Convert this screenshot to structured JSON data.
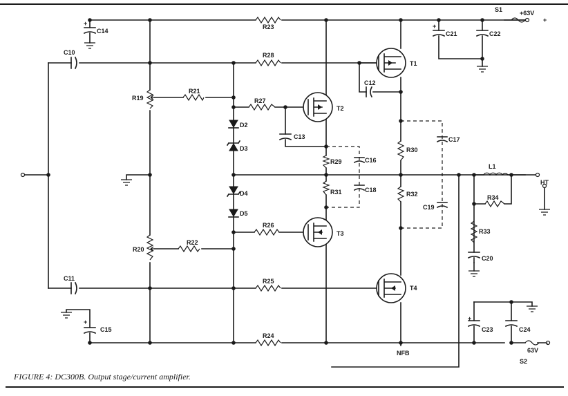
{
  "caption": "FIGURE 4: DC300B. Output stage/current amplifier.",
  "labels": {
    "s1": "S1",
    "s1_voltage": "+63V",
    "plus": "+",
    "s2": "S2",
    "s2_voltage": "63V",
    "minus": "-",
    "ht": "HT",
    "nfb": "NFB",
    "c10": "C10",
    "c11": "C11",
    "c12": "C12",
    "c13": "C13",
    "c14": "C14",
    "c15": "C15",
    "c16": "C16",
    "c17": "C17",
    "c18": "C18",
    "c19": "C19",
    "c20": "C20",
    "c21": "C21",
    "c22": "C22",
    "c23": "C23",
    "c24": "C24",
    "r19": "R19",
    "r20": "R20",
    "r21": "R21",
    "r22": "R22",
    "r23": "R23",
    "r24": "R24",
    "r25": "R25",
    "r26": "R26",
    "r27": "R27",
    "r28": "R28",
    "r29": "R29",
    "r30": "R30",
    "r31": "R31",
    "r32": "R32",
    "r33": "R33",
    "r34": "R34",
    "d2": "D2",
    "d3": "D3",
    "d4": "D4",
    "d5": "D5",
    "t1": "T1",
    "t2": "T2",
    "t3": "T3",
    "t4": "T4",
    "l1": "L1",
    "cap_plus": "+"
  }
}
